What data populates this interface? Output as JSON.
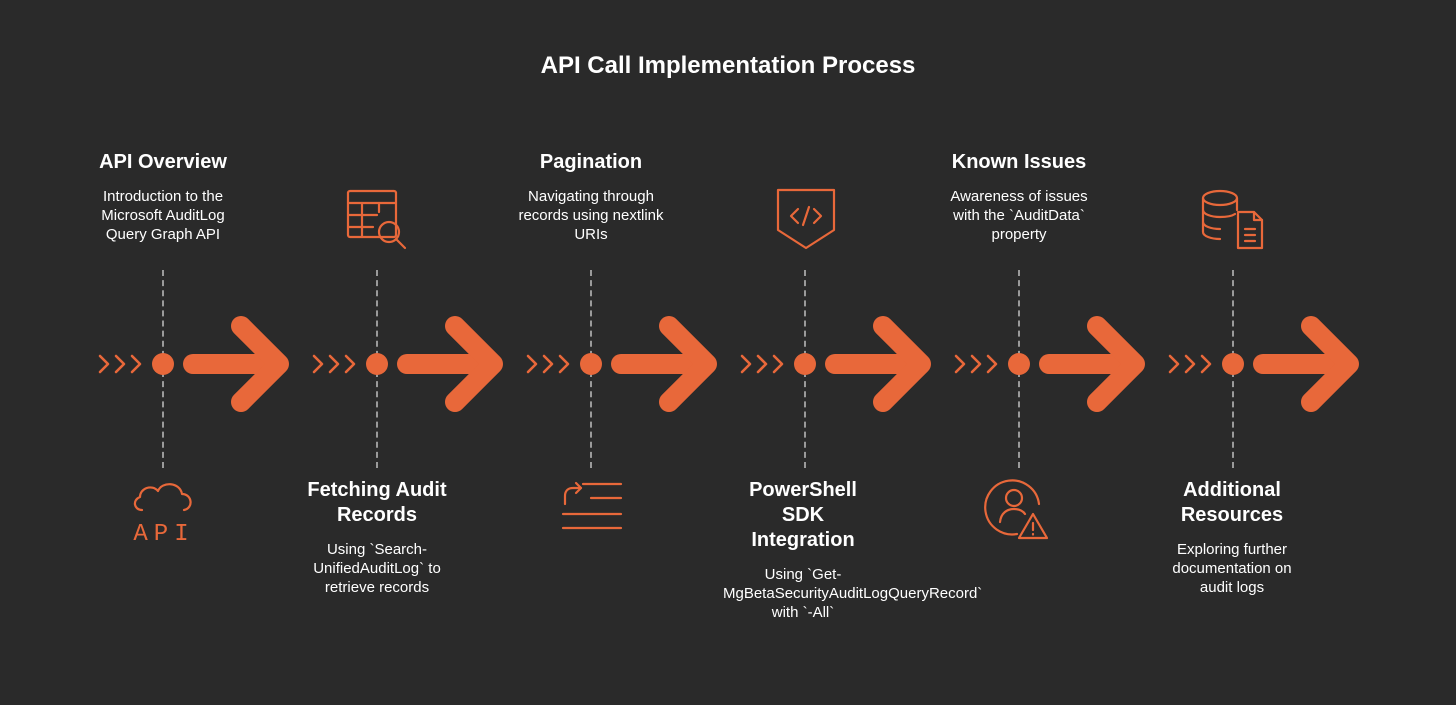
{
  "title": "API Call Implementation Process",
  "accent_color": "#e8683a",
  "background_color": "#2a2a2a",
  "stages": [
    {
      "title": "API Overview",
      "description": "Introduction to the Microsoft AuditLog Query Graph API",
      "icon": "cloud-api-icon",
      "icon_text": "API"
    },
    {
      "title": "Fetching Audit Records",
      "description": "Using `Search-UnifiedAuditLog` to retrieve records",
      "icon": "table-search-icon"
    },
    {
      "title": "Pagination",
      "description": "Navigating through records using nextlink URIs",
      "icon": "list-redirect-icon"
    },
    {
      "title": "PowerShell SDK Integration",
      "description": "Using `Get-MgBetaSecurityAuditLogQueryRecord` with `-All`",
      "icon": "code-shield-icon"
    },
    {
      "title": "Known Issues",
      "description": "Awareness of issues with the `AuditData` property",
      "icon": "user-warning-icon"
    },
    {
      "title": "Additional Resources",
      "description": "Exploring further documentation on audit logs",
      "icon": "database-document-icon"
    }
  ]
}
